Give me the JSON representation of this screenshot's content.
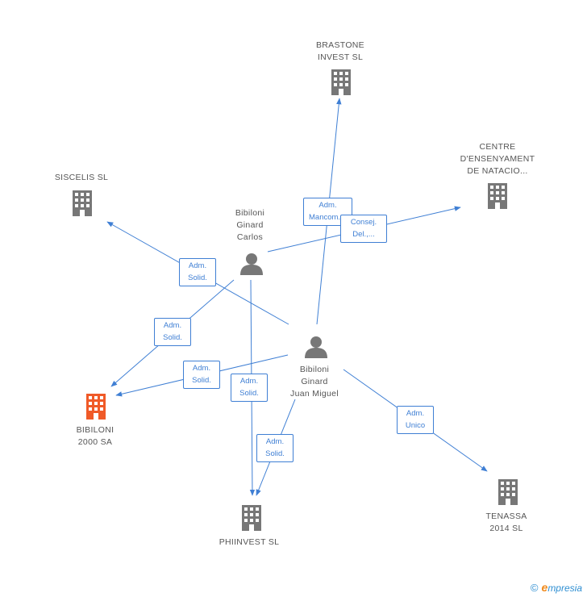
{
  "nodes": {
    "brastone": {
      "label": "BRASTONE\nINVEST SL",
      "type": "company"
    },
    "centre": {
      "label": "CENTRE\nD'ENSENYAMENT\nDE NATACIO...",
      "type": "company"
    },
    "siscelis": {
      "label": "SISCELIS SL",
      "type": "company"
    },
    "carlos": {
      "label": "Bibiloni\nGinard\nCarlos",
      "type": "person"
    },
    "juan": {
      "label": "Bibiloni\nGinard\nJuan Miguel",
      "type": "person"
    },
    "bibiloni2000": {
      "label": "BIBILONI\n2000 SA",
      "type": "company-highlight"
    },
    "phiinvest": {
      "label": "PHIINVEST SL",
      "type": "company"
    },
    "tenassa": {
      "label": "TENASSA\n2014 SL",
      "type": "company"
    }
  },
  "edge_labels": {
    "adm_mancom": "Adm.\nMancom....",
    "consej_del": "Consej.\nDel.,...",
    "adm_solid_siscelis": "Adm.\nSolid.",
    "adm_solid_carlos_bib": "Adm.\nSolid.",
    "adm_solid_juan_bib": "Adm.\nSolid.",
    "adm_solid_carlos_phi": "Adm.\nSolid.",
    "adm_solid_juan_phi": "Adm.\nSolid.",
    "adm_unico": "Adm.\nUnico"
  },
  "colors": {
    "edge": "#3f7fd4",
    "company_icon": "#777777",
    "highlight_icon": "#f05a28",
    "person_icon": "#777777"
  },
  "footer": {
    "copyright": "©",
    "brand_first": "e",
    "brand_rest": "mpresia"
  }
}
